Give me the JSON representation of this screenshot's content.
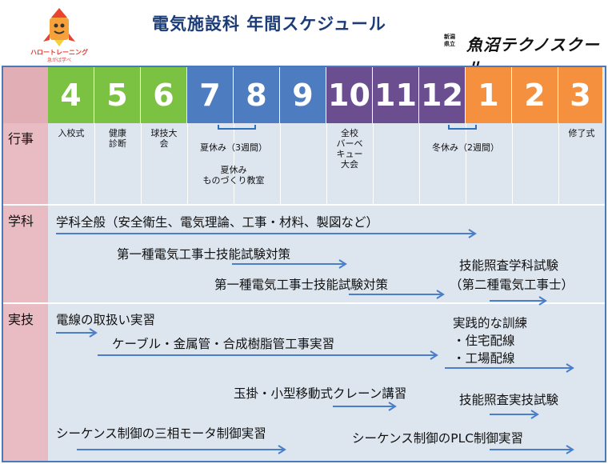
{
  "header": {
    "title": "電気施設科 年間スケジュール",
    "left_logo": {
      "line1": "ハロートレーニング",
      "line2": "急がば学べ"
    },
    "right_logo": {
      "prefix_top": "新潟",
      "prefix_bottom": "県立",
      "name": "魚沼テクノスクール"
    }
  },
  "months": [
    {
      "label": "4",
      "color": "#7bc142"
    },
    {
      "label": "5",
      "color": "#7bc142"
    },
    {
      "label": "6",
      "color": "#7bc142"
    },
    {
      "label": "7",
      "color": "#4e7cc1"
    },
    {
      "label": "8",
      "color": "#4e7cc1"
    },
    {
      "label": "9",
      "color": "#4e7cc1"
    },
    {
      "label": "10",
      "color": "#6a4e8f"
    },
    {
      "label": "11",
      "color": "#6a4e8f"
    },
    {
      "label": "12",
      "color": "#6a4e8f"
    },
    {
      "label": "1",
      "color": "#f5913e"
    },
    {
      "label": "2",
      "color": "#f5913e"
    },
    {
      "label": "3",
      "color": "#f5913e"
    }
  ],
  "rows": {
    "events_label": "行事",
    "academics_label": "学科",
    "practical_label": "実技"
  },
  "events": {
    "entrance": "入校式",
    "health_1": "健康",
    "health_2": "診断",
    "ball_1": "球技大",
    "ball_2": "会",
    "summer_break": "夏休み（3週間）",
    "summer_class_1": "夏休み",
    "summer_class_2": "ものづくり教室",
    "bbq_1": "全校",
    "bbq_2": "バーベ",
    "bbq_3": "キュー",
    "bbq_4": "大会",
    "winter_break": "冬休み（2週間）",
    "graduation": "修了式"
  },
  "academics": {
    "general": "学科全般（安全衛生、電気理論、工事・材料、製図など）",
    "first_class_1": "第一種電気工事士技能試験対策",
    "first_class_2": "第一種電気工事士技能試験対策",
    "skill_exam_1": "技能照査学科試験",
    "skill_exam_2": "（第二種電気工事士）"
  },
  "practical": {
    "wire_handling": "電線の取扱い実習",
    "cable_work": "ケーブル・金属管・合成樹脂管工事実習",
    "crane": "玉掛・小型移動式クレーン講習",
    "motor_control": "シーケンス制御の三相モータ制御実習",
    "plc_control": "シーケンス制御のPLC制御実習",
    "training_1": "実践的な訓練",
    "training_2": "・住宅配線",
    "training_3": "・工場配線",
    "skill_practical_exam": "技能照査実技試験"
  }
}
